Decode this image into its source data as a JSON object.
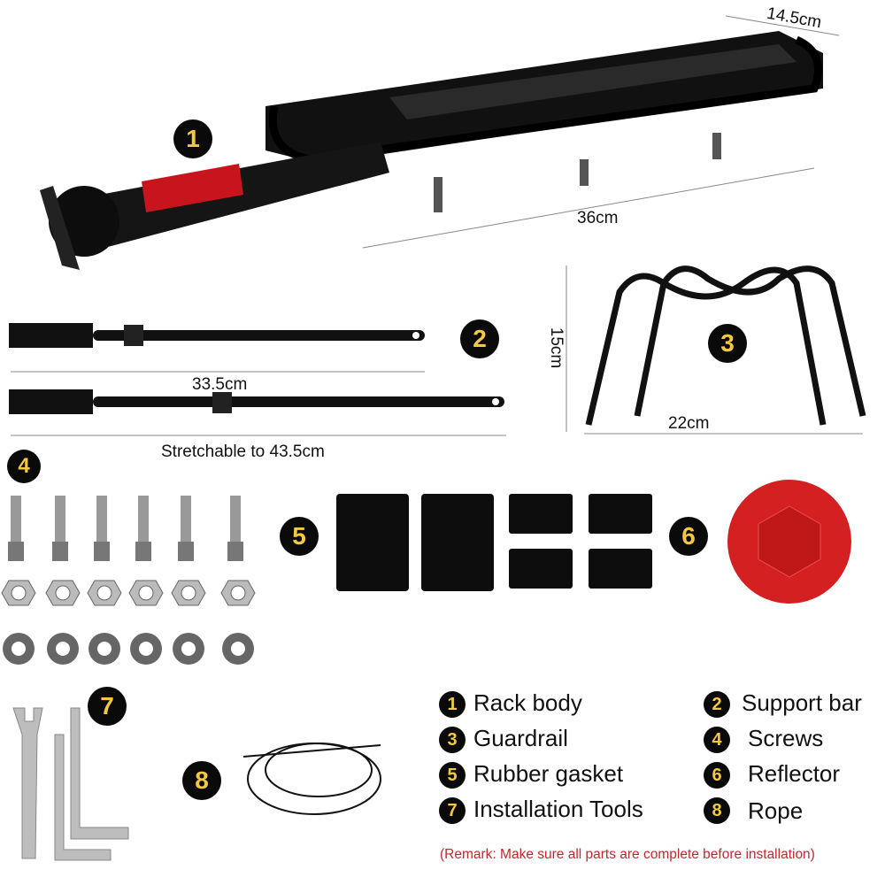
{
  "dimensions": {
    "rack_width": "14.5cm",
    "rack_length": "36cm",
    "guardrail_height": "15cm",
    "guardrail_width": "22cm",
    "bar_length": "33.5cm",
    "bar_stretch": "Stretchable to 43.5cm"
  },
  "badges": [
    "1",
    "2",
    "3",
    "4",
    "5",
    "6",
    "7",
    "8"
  ],
  "legend": [
    {
      "num": "1",
      "label": "Rack body"
    },
    {
      "num": "2",
      "label": "Support bar"
    },
    {
      "num": "3",
      "label": "Guardrail"
    },
    {
      "num": "4",
      "label": "Screws"
    },
    {
      "num": "5",
      "label": "Rubber gasket"
    },
    {
      "num": "6",
      "label": "Reflector"
    },
    {
      "num": "7",
      "label": "Installation Tools"
    },
    {
      "num": "8",
      "label": "Rope"
    }
  ],
  "remark": "(Remark:  Make sure all parts are complete before installation)",
  "colors": {
    "badge_bg": "#0a0a0a",
    "badge_text": "#f5c842",
    "remark": "#c0282e",
    "reflector": "#d42020"
  }
}
